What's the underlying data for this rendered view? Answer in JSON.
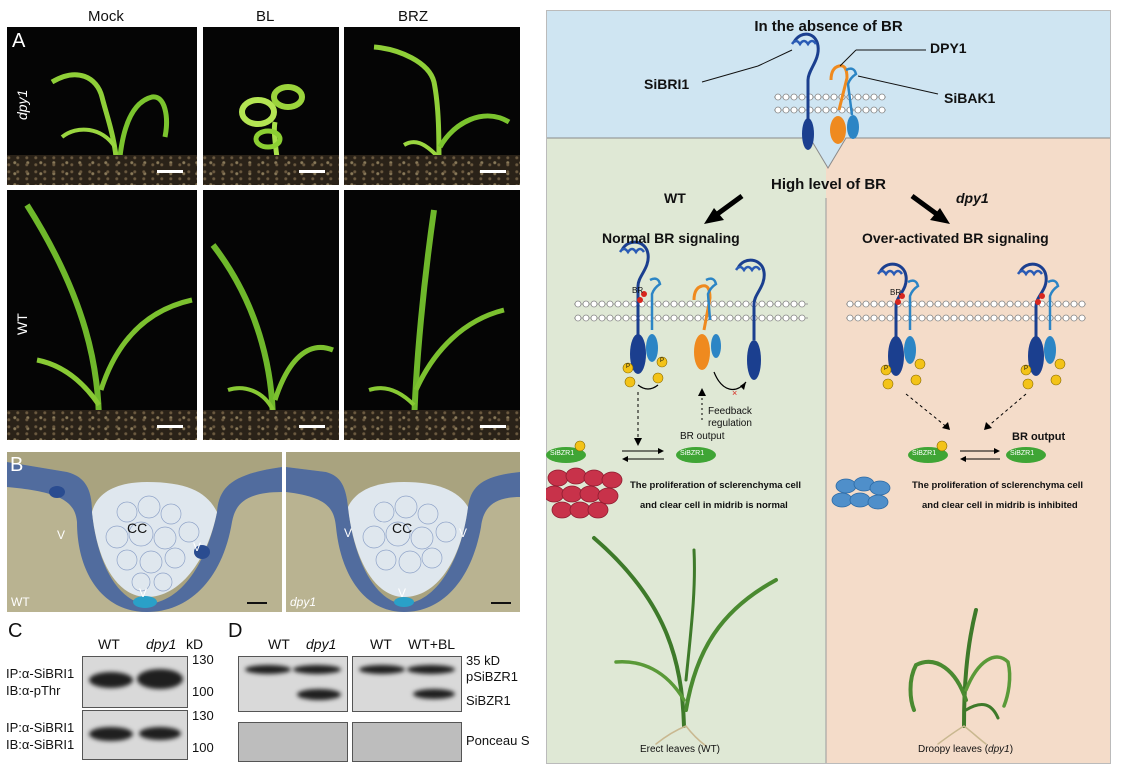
{
  "panelA": {
    "letter": "A",
    "columns": [
      "Mock",
      "BL",
      "BRZ"
    ],
    "rows": [
      "dpy1",
      "WT"
    ]
  },
  "panelB": {
    "letter": "B",
    "left_label": "WT",
    "right_label": "dpy1",
    "cc": "CC",
    "v": "V"
  },
  "panelC": {
    "letter": "C",
    "col_wt": "WT",
    "col_dpy1": "dpy1",
    "kd": "kD",
    "top_ip": "IP:α-SiBRI1",
    "top_ib": "IB:α-pThr",
    "bottom_ip": "IP:α-SiBRI1",
    "bottom_ib": "IB:α-SiBRI1",
    "m130a": "130",
    "m100a": "100",
    "m130b": "130",
    "m100b": "100"
  },
  "panelD": {
    "letter": "D",
    "cols": [
      "WT",
      "dpy1",
      "WT",
      "WT+BL"
    ],
    "kd35": "35 kD",
    "psibzr1": "pSiBZR1",
    "sibzr1": "SiBZR1",
    "ponceau": "Ponceau S"
  },
  "model": {
    "absence_title": "In the absence of BR",
    "sibri1": "SiBRI1",
    "dpy1": "DPY1",
    "sibak1": "SiBAK1",
    "high_level": "High level of BR",
    "wt": "WT",
    "dpy1_label": "dpy1",
    "normal": "Normal BR signaling",
    "over": "Over-activated BR signaling",
    "br": "BR",
    "p": "P",
    "feedback": "Feedback",
    "regulation": "regulation",
    "br_output": "BR output",
    "bzr_label": "SiBZR1",
    "prolif_normal_1": "The proliferation of sclerenchyma cell",
    "prolif_normal_2": "and clear cell in midrib is normal",
    "prolif_inhib_1": "The proliferation of sclerenchyma cell",
    "prolif_inhib_2": "and clear cell in midrib is inhibited",
    "erect": "Erect leaves  (WT)",
    "droopy_prefix": "Droopy leaves (",
    "droopy_italic": "dpy1",
    "droopy_suffix": ")"
  },
  "colors": {
    "top_bg": "#cfe5f2",
    "left_bg": "#dfe8d5",
    "right_bg": "#f4dcc9",
    "receptor_dark": "#1b3f8f",
    "receptor_light": "#2c85c5",
    "dpy1_orange": "#ef8a1f",
    "bzr_green": "#3fa535",
    "cell_red": "#c8324a",
    "cell_blue": "#4f8fca"
  }
}
